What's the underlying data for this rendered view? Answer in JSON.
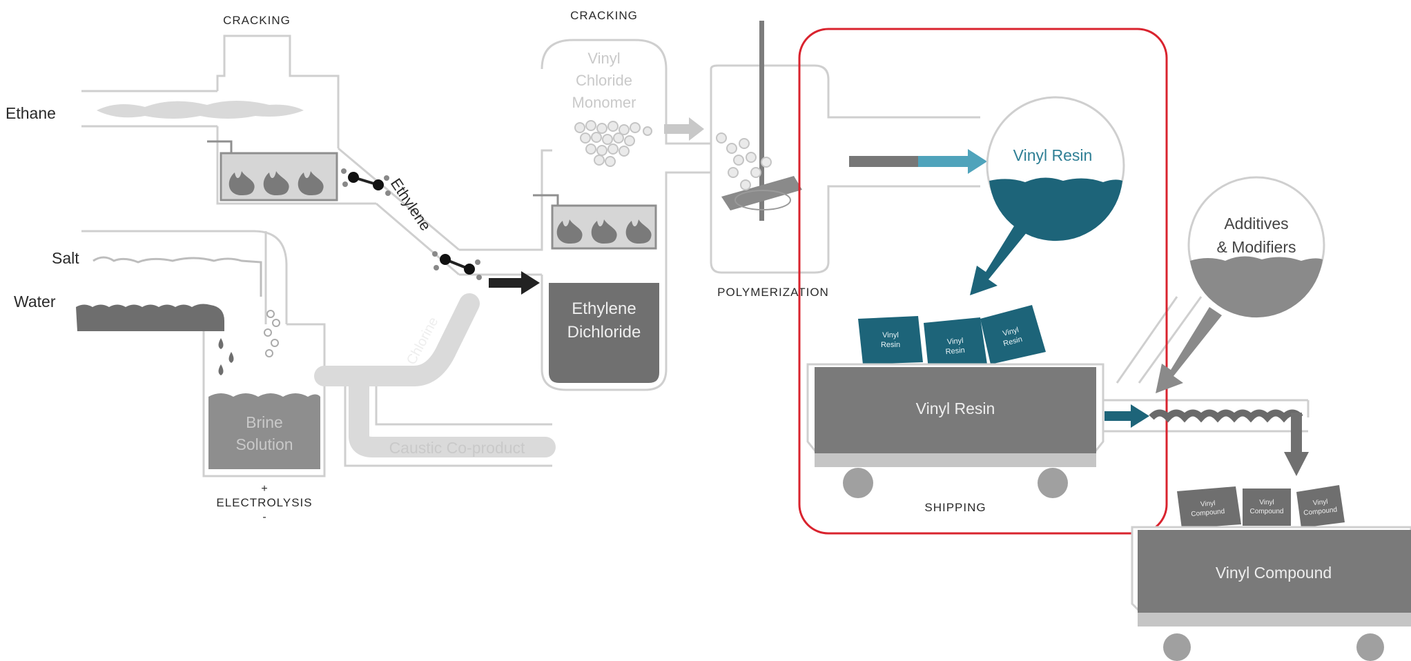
{
  "diagram": {
    "cracking_label_1": "CRACKING",
    "cracking_label_2": "CRACKING",
    "inputs": {
      "ethane": "Ethane",
      "salt": "Salt",
      "water": "Water"
    },
    "ethylene_label": "Ethylene",
    "chlorine_label": "Chlorine",
    "brine": {
      "line1": "Brine",
      "line2": "Solution"
    },
    "electrolysis": {
      "plus": "+",
      "label": "ELECTROLYSIS",
      "minus": "-"
    },
    "caustic_label": "Caustic Co-product",
    "vcm": {
      "line1": "Vinyl",
      "line2": "Chloride",
      "line3": "Monomer"
    },
    "edc": {
      "line1": "Ethylene",
      "line2": "Dichloride"
    },
    "polymerization_label": "POLYMERIZATION",
    "vinyl_resin_bubble": "Vinyl Resin",
    "resin_packages": [
      {
        "line1": "Vinyl",
        "line2": "Resin"
      },
      {
        "line1": "Vinyl",
        "line2": "Resin"
      },
      {
        "line1": "Vinyl",
        "line2": "Resin"
      }
    ],
    "resin_cart_label": "Vinyl Resin",
    "shipping_label": "SHIPPING",
    "additives": {
      "line1": "Additives",
      "line2": "& Modifiers"
    },
    "compound_packages": [
      {
        "line1": "Vinyl",
        "line2": "Compound"
      },
      {
        "line1": "Vinyl",
        "line2": "Compound"
      },
      {
        "line1": "Vinyl",
        "line2": "Compound"
      }
    ],
    "compound_cart_label": "Vinyl Compound"
  },
  "colors": {
    "teal": "#1d6479",
    "teal_light": "#3d93ad",
    "gray_dark": "#6f6f6f",
    "gray_mid": "#8c8c8c",
    "gray_light": "#d2d2d2",
    "highlight_red": "#d9232e"
  },
  "icons": [
    "flame-icon",
    "molecule-icon",
    "agitator-icon"
  ]
}
